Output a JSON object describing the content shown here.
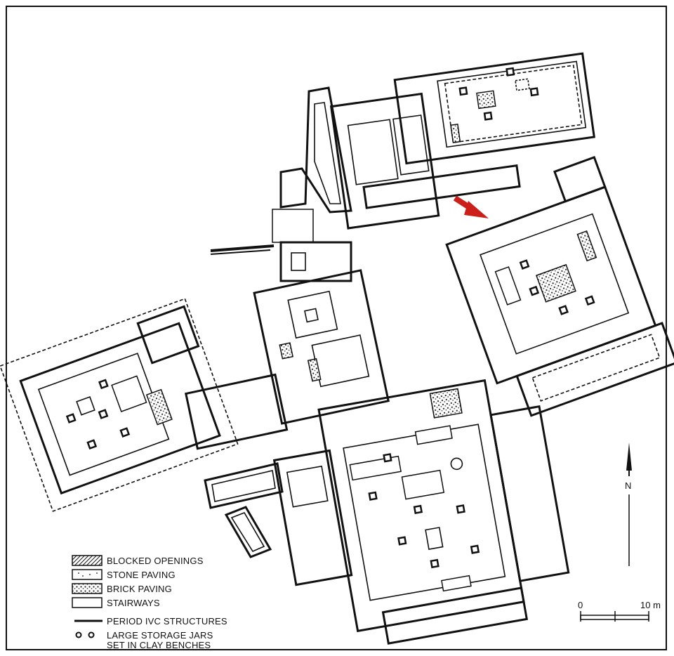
{
  "legend": {
    "items": [
      {
        "label": "BLOCKED OPENINGS",
        "symbol": "hatched"
      },
      {
        "label": "STONE PAVING",
        "symbol": "dotted"
      },
      {
        "label": "BRICK PAVING",
        "symbol": "stippled"
      },
      {
        "label": "STAIRWAYS",
        "symbol": "empty-box"
      },
      {
        "label": "PERIOD IVC STRUCTURES",
        "symbol": "thick-line"
      },
      {
        "label": "LARGE STORAGE JARS",
        "label_line2": "SET IN CLAY BENCHES",
        "symbol": "jar-circles"
      }
    ]
  },
  "north_arrow": {
    "label": "N"
  },
  "scale_bar": {
    "start_label": "0",
    "end_label": "10 m"
  },
  "colors": {
    "ink": "#111111",
    "arrow": "#cc1f1a",
    "background": "#ffffff"
  }
}
